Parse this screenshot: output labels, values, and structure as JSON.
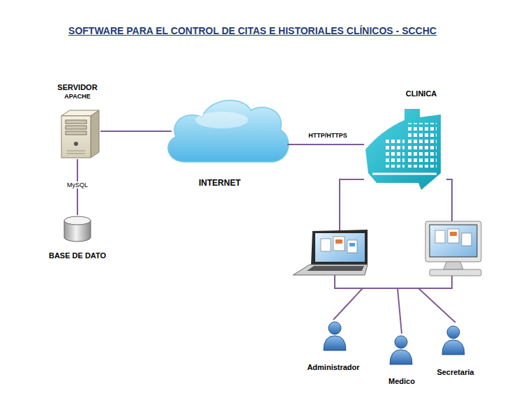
{
  "diagram": {
    "title": "SOFTWARE PARA EL CONTROL DE CITAS E HISTORIALES CLÍNICOS - SCCHC",
    "nodes": [
      {
        "text": [
          "SERVIDOR",
          "APACHE"
        ]
      },
      {
        "text": [
          "INTERNET"
        ]
      },
      {
        "text": [
          "CLINICA"
        ]
      },
      {
        "text": [
          "BASE DE DATO"
        ]
      },
      {
        "text": [
          "Administrador"
        ]
      },
      {
        "text": [
          "Medico"
        ]
      },
      {
        "text": [
          "Secretaria"
        ]
      }
    ],
    "edges": [
      {
        "from": 0,
        "to": 1,
        "arrow": "none"
      },
      {
        "from": 0,
        "to": 3,
        "label": "MySQL",
        "arrow": "none"
      },
      {
        "from": 1,
        "to": 2,
        "label": "HTTP/HTTPS",
        "arrow": "none"
      },
      {
        "from": 2,
        "to": 4,
        "arrow": "none"
      },
      {
        "from": 2,
        "to": 5,
        "arrow": "none"
      },
      {
        "from": 2,
        "to": 6,
        "arrow": "none"
      }
    ]
  }
}
